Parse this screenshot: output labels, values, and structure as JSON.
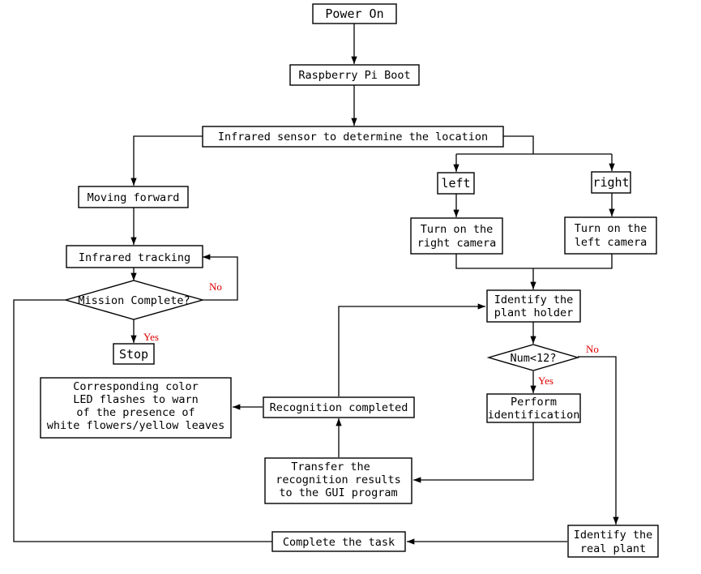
{
  "colors": {
    "stroke": "#000000",
    "text": "#000000",
    "edge_label": "#e00000",
    "background": "#ffffff"
  },
  "nodes": {
    "power_on": "Power On",
    "raspberry_boot": "Raspberry Pi Boot",
    "infrared_sensor": "Infrared sensor to determine the location",
    "moving_forward": "Moving forward",
    "infrared_tracking": "Infrared tracking",
    "mission_complete": "Mission Complete?",
    "stop": "Stop",
    "left": "left",
    "right": "right",
    "turn_right_camera": [
      "Turn on the",
      "right camera"
    ],
    "turn_left_camera": [
      "Turn on the",
      "left camera"
    ],
    "identify_holder": [
      "Identify the",
      "plant holder"
    ],
    "num_check": "Num<12?",
    "perform_identification": [
      "Perform",
      "identification"
    ],
    "transfer_results": [
      "Transfer the",
      "recognition results",
      "to the GUI program"
    ],
    "recognition_completed": "Recognition completed",
    "led_warning": [
      "Corresponding color",
      "LED flashes to warn",
      "of the presence of",
      "white flowers/yellow leaves"
    ],
    "identify_real_plant": [
      "Identify the",
      "real plant"
    ],
    "complete_task": "Complete the task"
  },
  "edge_labels": {
    "mission_no": "No",
    "mission_yes": "Yes",
    "num_no": "No",
    "num_yes": "Yes"
  }
}
